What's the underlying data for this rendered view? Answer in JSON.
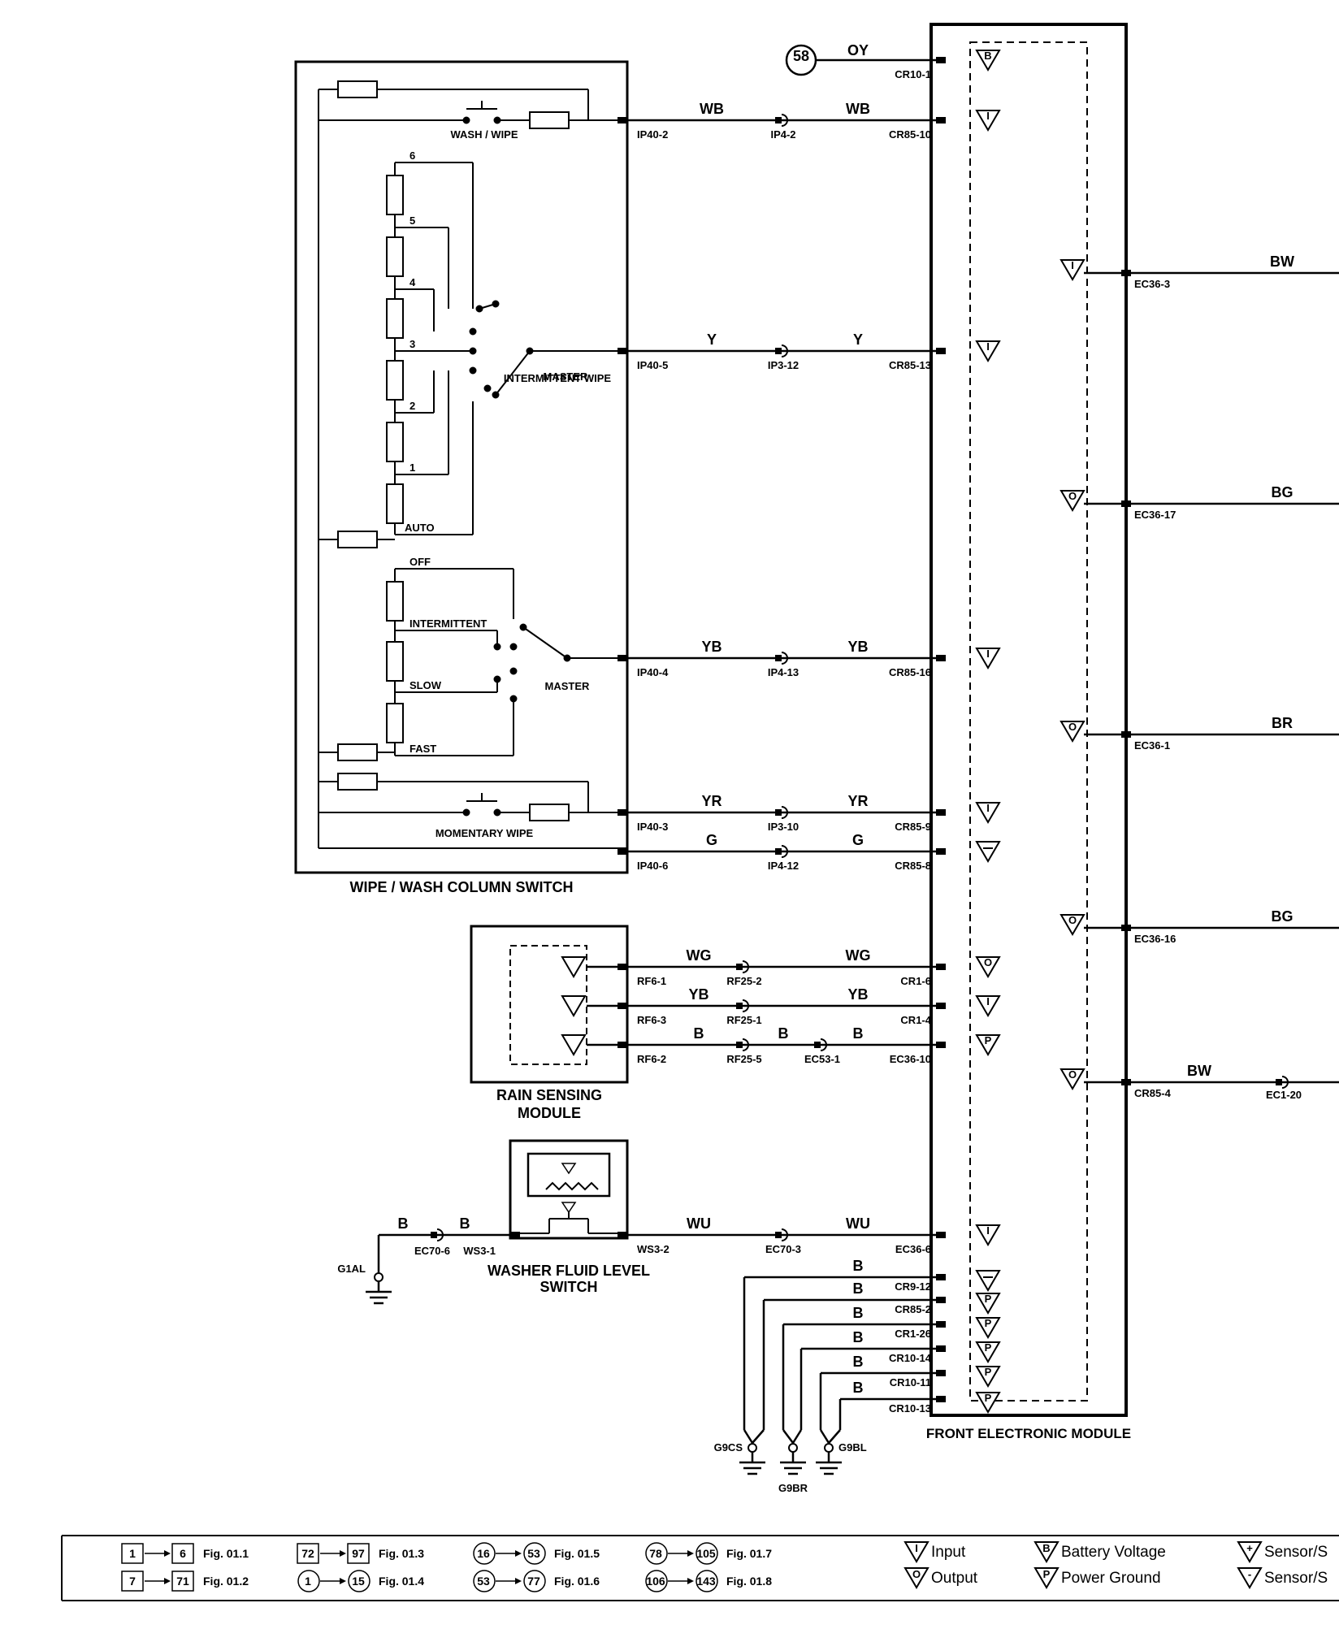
{
  "components": {
    "column_switch": "WIPE / WASH COLUMN SWITCH",
    "wash_wipe": "WASH / WIPE",
    "momentary_wipe": "MOMENTARY WIPE",
    "intermittent_wipe": "INTERMITTENT WIPE",
    "master": "MASTER",
    "positions_upper": [
      "6",
      "5",
      "4",
      "3",
      "2",
      "1",
      "AUTO"
    ],
    "positions_lower": [
      "OFF",
      "INTERMITTENT",
      "SLOW",
      "FAST"
    ],
    "rain_module_1": "RAIN SENSING",
    "rain_module_2": "MODULE",
    "washer_switch_1": "WASHER FLUID LEVEL",
    "washer_switch_2": "SWITCH",
    "fem": "FRONT ELECTRONIC MODULE"
  },
  "circuits": [
    {
      "color": "OY",
      "pin_right": "CR10-1",
      "source": "58",
      "type": "B"
    },
    {
      "color": "WB",
      "pin_left": "IP40-2",
      "inline": "IP4-2",
      "pin_right": "CR85-10",
      "type": "I"
    },
    {
      "color": "Y",
      "pin_left": "IP40-5",
      "inline": "IP3-12",
      "pin_right": "CR85-13",
      "type": "I"
    },
    {
      "color": "YB",
      "pin_left": "IP40-4",
      "inline": "IP4-13",
      "pin_right": "CR85-16",
      "type": "I"
    },
    {
      "color": "YR",
      "pin_left": "IP40-3",
      "inline": "IP3-10",
      "pin_right": "CR85-9",
      "type": "I"
    },
    {
      "color": "G",
      "pin_left": "IP40-6",
      "inline": "IP4-12",
      "pin_right": "CR85-8",
      "type": "-"
    },
    {
      "color": "WG",
      "pin_left": "RF6-1",
      "inline": "RF25-2",
      "pin_right": "CR1-6",
      "type": "O"
    },
    {
      "color": "YB",
      "pin_left": "RF6-3",
      "inline": "RF25-1",
      "pin_right": "CR1-4",
      "type": "I"
    },
    {
      "color": "B",
      "pin_left": "RF6-2",
      "inline": "RF25-5",
      "inline2": "EC53-1",
      "pin_right": "EC36-10",
      "type": "P"
    },
    {
      "color": "WU",
      "pin_left": "WS3-2",
      "inline": "EC70-3",
      "pin_right": "EC36-6",
      "type": "I"
    }
  ],
  "washer_ground": {
    "color": "B",
    "inline": "EC70-6",
    "pin": "WS3-1",
    "ground": "G1AL"
  },
  "ground_pins": [
    {
      "pin": "CR9-12",
      "color": "B",
      "type": "-"
    },
    {
      "pin": "CR85-2",
      "color": "B",
      "type": "P"
    },
    {
      "pin": "CR1-26",
      "color": "B",
      "type": "P"
    },
    {
      "pin": "CR10-14",
      "color": "B",
      "type": "P"
    },
    {
      "pin": "CR10-11",
      "color": "B",
      "type": "P"
    },
    {
      "pin": "CR10-13",
      "color": "B",
      "type": "P"
    }
  ],
  "grounds": [
    "G9CS",
    "G9BR",
    "G9BL"
  ],
  "outputs": [
    {
      "pin": "EC36-3",
      "color": "BW",
      "type": "I"
    },
    {
      "pin": "EC36-17",
      "color": "BG",
      "type": "O"
    },
    {
      "pin": "EC36-1",
      "color": "BR",
      "type": "O"
    },
    {
      "pin": "EC36-16",
      "color": "BG",
      "type": "O"
    },
    {
      "pin": "CR85-4",
      "color": "BW",
      "type": "O",
      "far": "EC1-20"
    }
  ],
  "legend": {
    "refs": [
      {
        "a": "1",
        "b": "6",
        "fig": "Fig. 01.1"
      },
      {
        "a": "7",
        "b": "71",
        "fig": "Fig. 01.2"
      },
      {
        "a": "72",
        "b": "97",
        "fig": "Fig. 01.3"
      },
      {
        "a": "1",
        "b": "15",
        "fig": "Fig. 01.4"
      },
      {
        "a": "16",
        "b": "53",
        "fig": "Fig. 01.5"
      },
      {
        "a": "53",
        "b": "77",
        "fig": "Fig. 01.6"
      },
      {
        "a": "78",
        "b": "105",
        "fig": "Fig. 01.7"
      },
      {
        "a": "106",
        "b": "143",
        "fig": "Fig. 01.8"
      }
    ],
    "input": "Input",
    "output": "Output",
    "battery": "Battery Voltage",
    "power_ground": "Power Ground",
    "sensor_supply": "Sensor/S",
    "sensor_ground": "Sensor/S"
  }
}
